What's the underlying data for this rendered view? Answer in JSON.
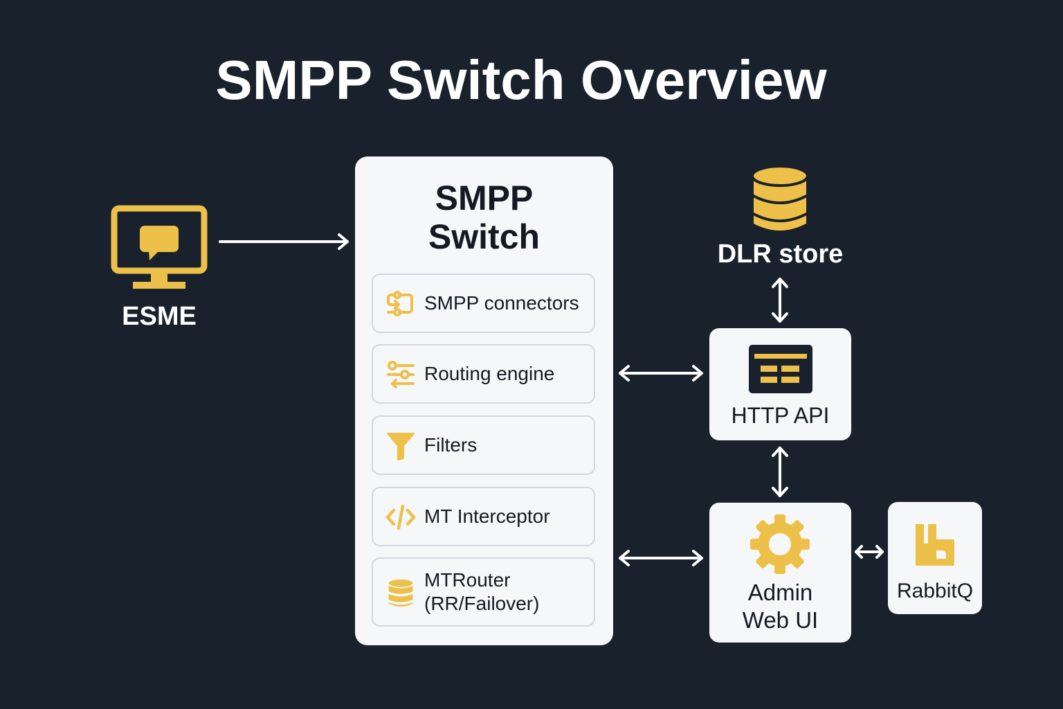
{
  "title": "SMPP Switch Overview",
  "colors": {
    "background": "#19212c",
    "accent": "#edc04a",
    "card": "#f6f7f9",
    "text_dark": "#141a22",
    "text_light": "#ffffff"
  },
  "esme": {
    "label": "ESME",
    "icon": "monitor-chat-icon"
  },
  "switch": {
    "title_line1": "SMPP",
    "title_line2": "Switch",
    "modules": [
      {
        "label": "SMPP connectors",
        "icon": "connector-icon"
      },
      {
        "label": "Routing engine",
        "icon": "sliders-icon"
      },
      {
        "label": "Filters",
        "icon": "funnel-icon"
      },
      {
        "label": "MT Interceptor",
        "icon": "code-icon"
      },
      {
        "label_line1": "MTRouter",
        "label_line2": "(RR/Failover)",
        "icon": "database-icon"
      }
    ]
  },
  "dlr_store": {
    "label": "DLR store",
    "icon": "database-icon"
  },
  "http_api": {
    "label": "HTTP API",
    "icon": "api-window-icon"
  },
  "admin": {
    "label_line1": "Admin",
    "label_line2": "Web UI",
    "icon": "gear-icon"
  },
  "rabbit": {
    "label": "RabbitQ",
    "icon": "rabbit-icon"
  },
  "connections": [
    {
      "from": "ESME",
      "to": "SMPP Switch",
      "direction": "one-way"
    },
    {
      "from": "SMPP Switch",
      "to": "HTTP API",
      "direction": "two-way"
    },
    {
      "from": "SMPP Switch",
      "to": "Admin Web UI",
      "direction": "two-way"
    },
    {
      "from": "DLR store",
      "to": "HTTP API",
      "direction": "two-way"
    },
    {
      "from": "HTTP API",
      "to": "Admin Web UI",
      "direction": "two-way"
    },
    {
      "from": "Admin Web UI",
      "to": "RabbitQ",
      "direction": "two-way"
    }
  ]
}
